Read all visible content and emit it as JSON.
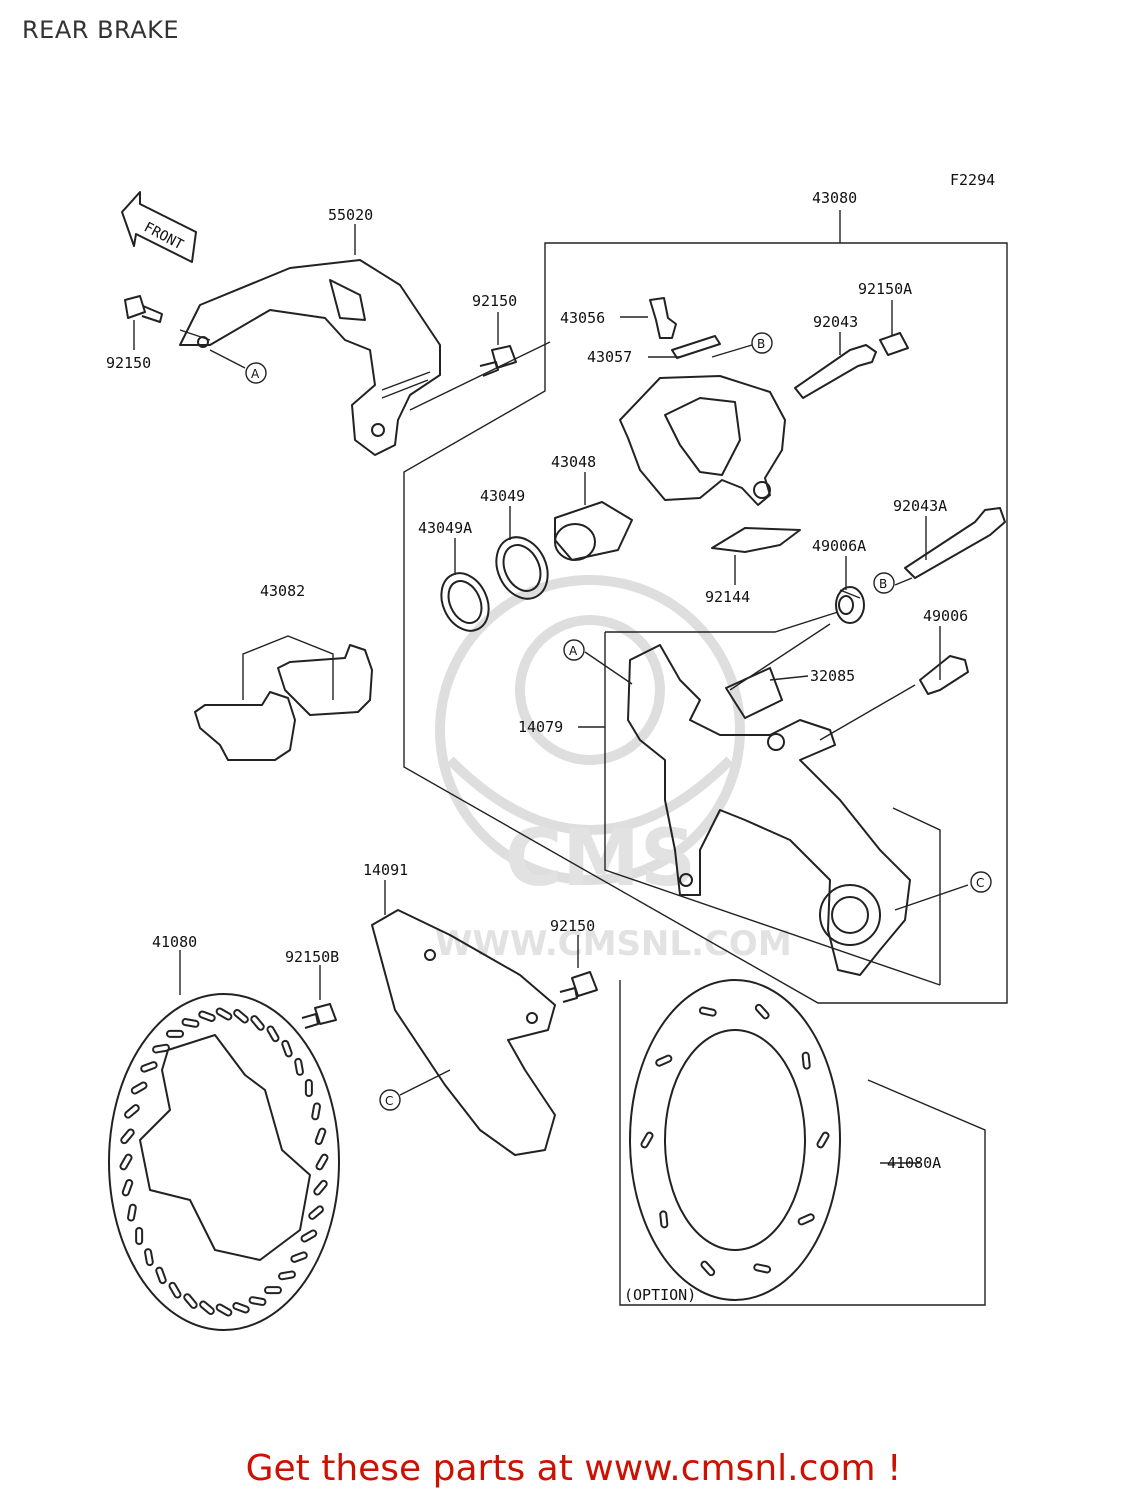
{
  "title": "REAR BRAKE",
  "figure_code": "F2294",
  "front_label": "FRONT",
  "watermark": {
    "brand": "CMS",
    "url": "WWW.CMSNL.COM"
  },
  "option_label": "(OPTION)",
  "footer": "Get these parts at www.cmsnl.com !",
  "colors": {
    "footer": "#cc1100",
    "lines": "#222222"
  },
  "part_labels": {
    "p55020": "55020",
    "p92150_left": "92150",
    "p92150_top": "92150",
    "p43080": "43080",
    "p92150a": "92150A",
    "p43056": "43056",
    "p92043": "92043",
    "p43057": "43057",
    "p43048": "43048",
    "p43049": "43049",
    "p43049a": "43049A",
    "p92043a": "92043A",
    "p49006a": "49006A",
    "p92144": "92144",
    "p43082": "43082",
    "p49006": "49006",
    "p32085": "32085",
    "p14079": "14079",
    "p14091": "14091",
    "p92150_mid": "92150",
    "p41080": "41080",
    "p92150b": "92150B",
    "p41080a": "41080A"
  },
  "callouts": {
    "a": "A",
    "b": "B",
    "c": "C"
  }
}
